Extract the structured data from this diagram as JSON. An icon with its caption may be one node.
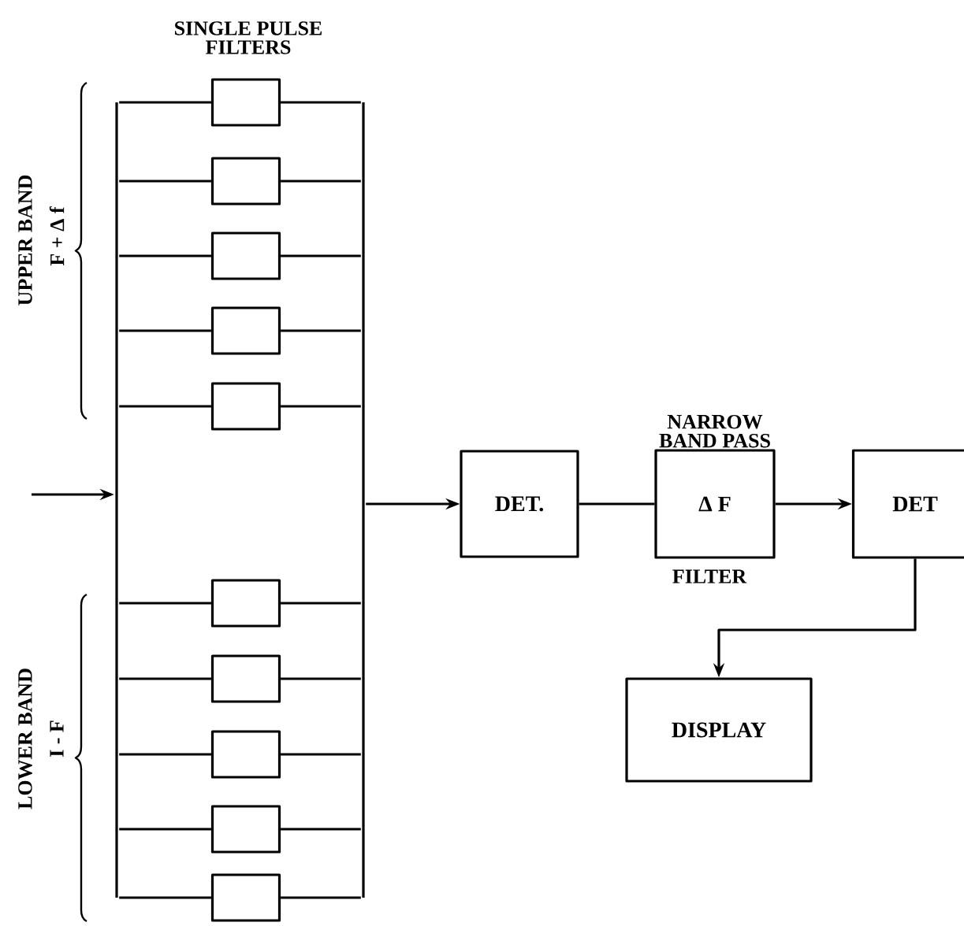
{
  "diagram": {
    "nodes": [
      {
        "text": [],
        "shape": "bar"
      },
      {
        "text": [],
        "shape": "box"
      },
      {
        "text": [],
        "shape": "box"
      },
      {
        "text": [],
        "shape": "box"
      },
      {
        "text": [],
        "shape": "box"
      },
      {
        "text": [],
        "shape": "box"
      },
      {
        "text": [],
        "shape": "box"
      },
      {
        "text": [],
        "shape": "box"
      },
      {
        "text": [],
        "shape": "box"
      },
      {
        "text": [],
        "shape": "box"
      },
      {
        "text": [],
        "shape": "box"
      },
      {
        "text": [],
        "shape": "bar"
      },
      {
        "text": [
          "DET."
        ]
      },
      {
        "text": [
          "NARROW BAND PASS",
          "Δ F",
          "FILTER"
        ]
      },
      {
        "text": [
          "DET"
        ]
      },
      {
        "text": [
          "DISPLAY"
        ]
      }
    ],
    "edges": [
      {
        "from": null,
        "to": 0,
        "arrow": "to"
      },
      {
        "from": 0,
        "to": 1,
        "arrow": "none"
      },
      {
        "from": 0,
        "to": 2,
        "arrow": "none"
      },
      {
        "from": 0,
        "to": 3,
        "arrow": "none"
      },
      {
        "from": 0,
        "to": 4,
        "arrow": "none"
      },
      {
        "from": 0,
        "to": 5,
        "arrow": "none"
      },
      {
        "from": 0,
        "to": 6,
        "arrow": "none"
      },
      {
        "from": 0,
        "to": 7,
        "arrow": "none"
      },
      {
        "from": 0,
        "to": 8,
        "arrow": "none"
      },
      {
        "from": 0,
        "to": 9,
        "arrow": "none"
      },
      {
        "from": 0,
        "to": 10,
        "arrow": "none"
      },
      {
        "from": 1,
        "to": 11,
        "arrow": "none"
      },
      {
        "from": 2,
        "to": 11,
        "arrow": "none"
      },
      {
        "from": 3,
        "to": 11,
        "arrow": "none"
      },
      {
        "from": 4,
        "to": 11,
        "arrow": "none"
      },
      {
        "from": 5,
        "to": 11,
        "arrow": "none"
      },
      {
        "from": 6,
        "to": 11,
        "arrow": "none"
      },
      {
        "from": 7,
        "to": 11,
        "arrow": "none"
      },
      {
        "from": 8,
        "to": 11,
        "arrow": "none"
      },
      {
        "from": 9,
        "to": 11,
        "arrow": "none"
      },
      {
        "from": 10,
        "to": 11,
        "arrow": "none"
      },
      {
        "from": 11,
        "to": 12,
        "arrow": "to"
      },
      {
        "from": 12,
        "to": 13,
        "arrow": "none"
      },
      {
        "from": 13,
        "to": 14,
        "arrow": "to"
      },
      {
        "from": 14,
        "to": 15,
        "arrow": "to"
      }
    ],
    "labels": [
      "SINGLE PULSE FILTERS",
      "UPPER BAND",
      "F + Δ f",
      "LOWER BAND",
      "I - F"
    ]
  }
}
